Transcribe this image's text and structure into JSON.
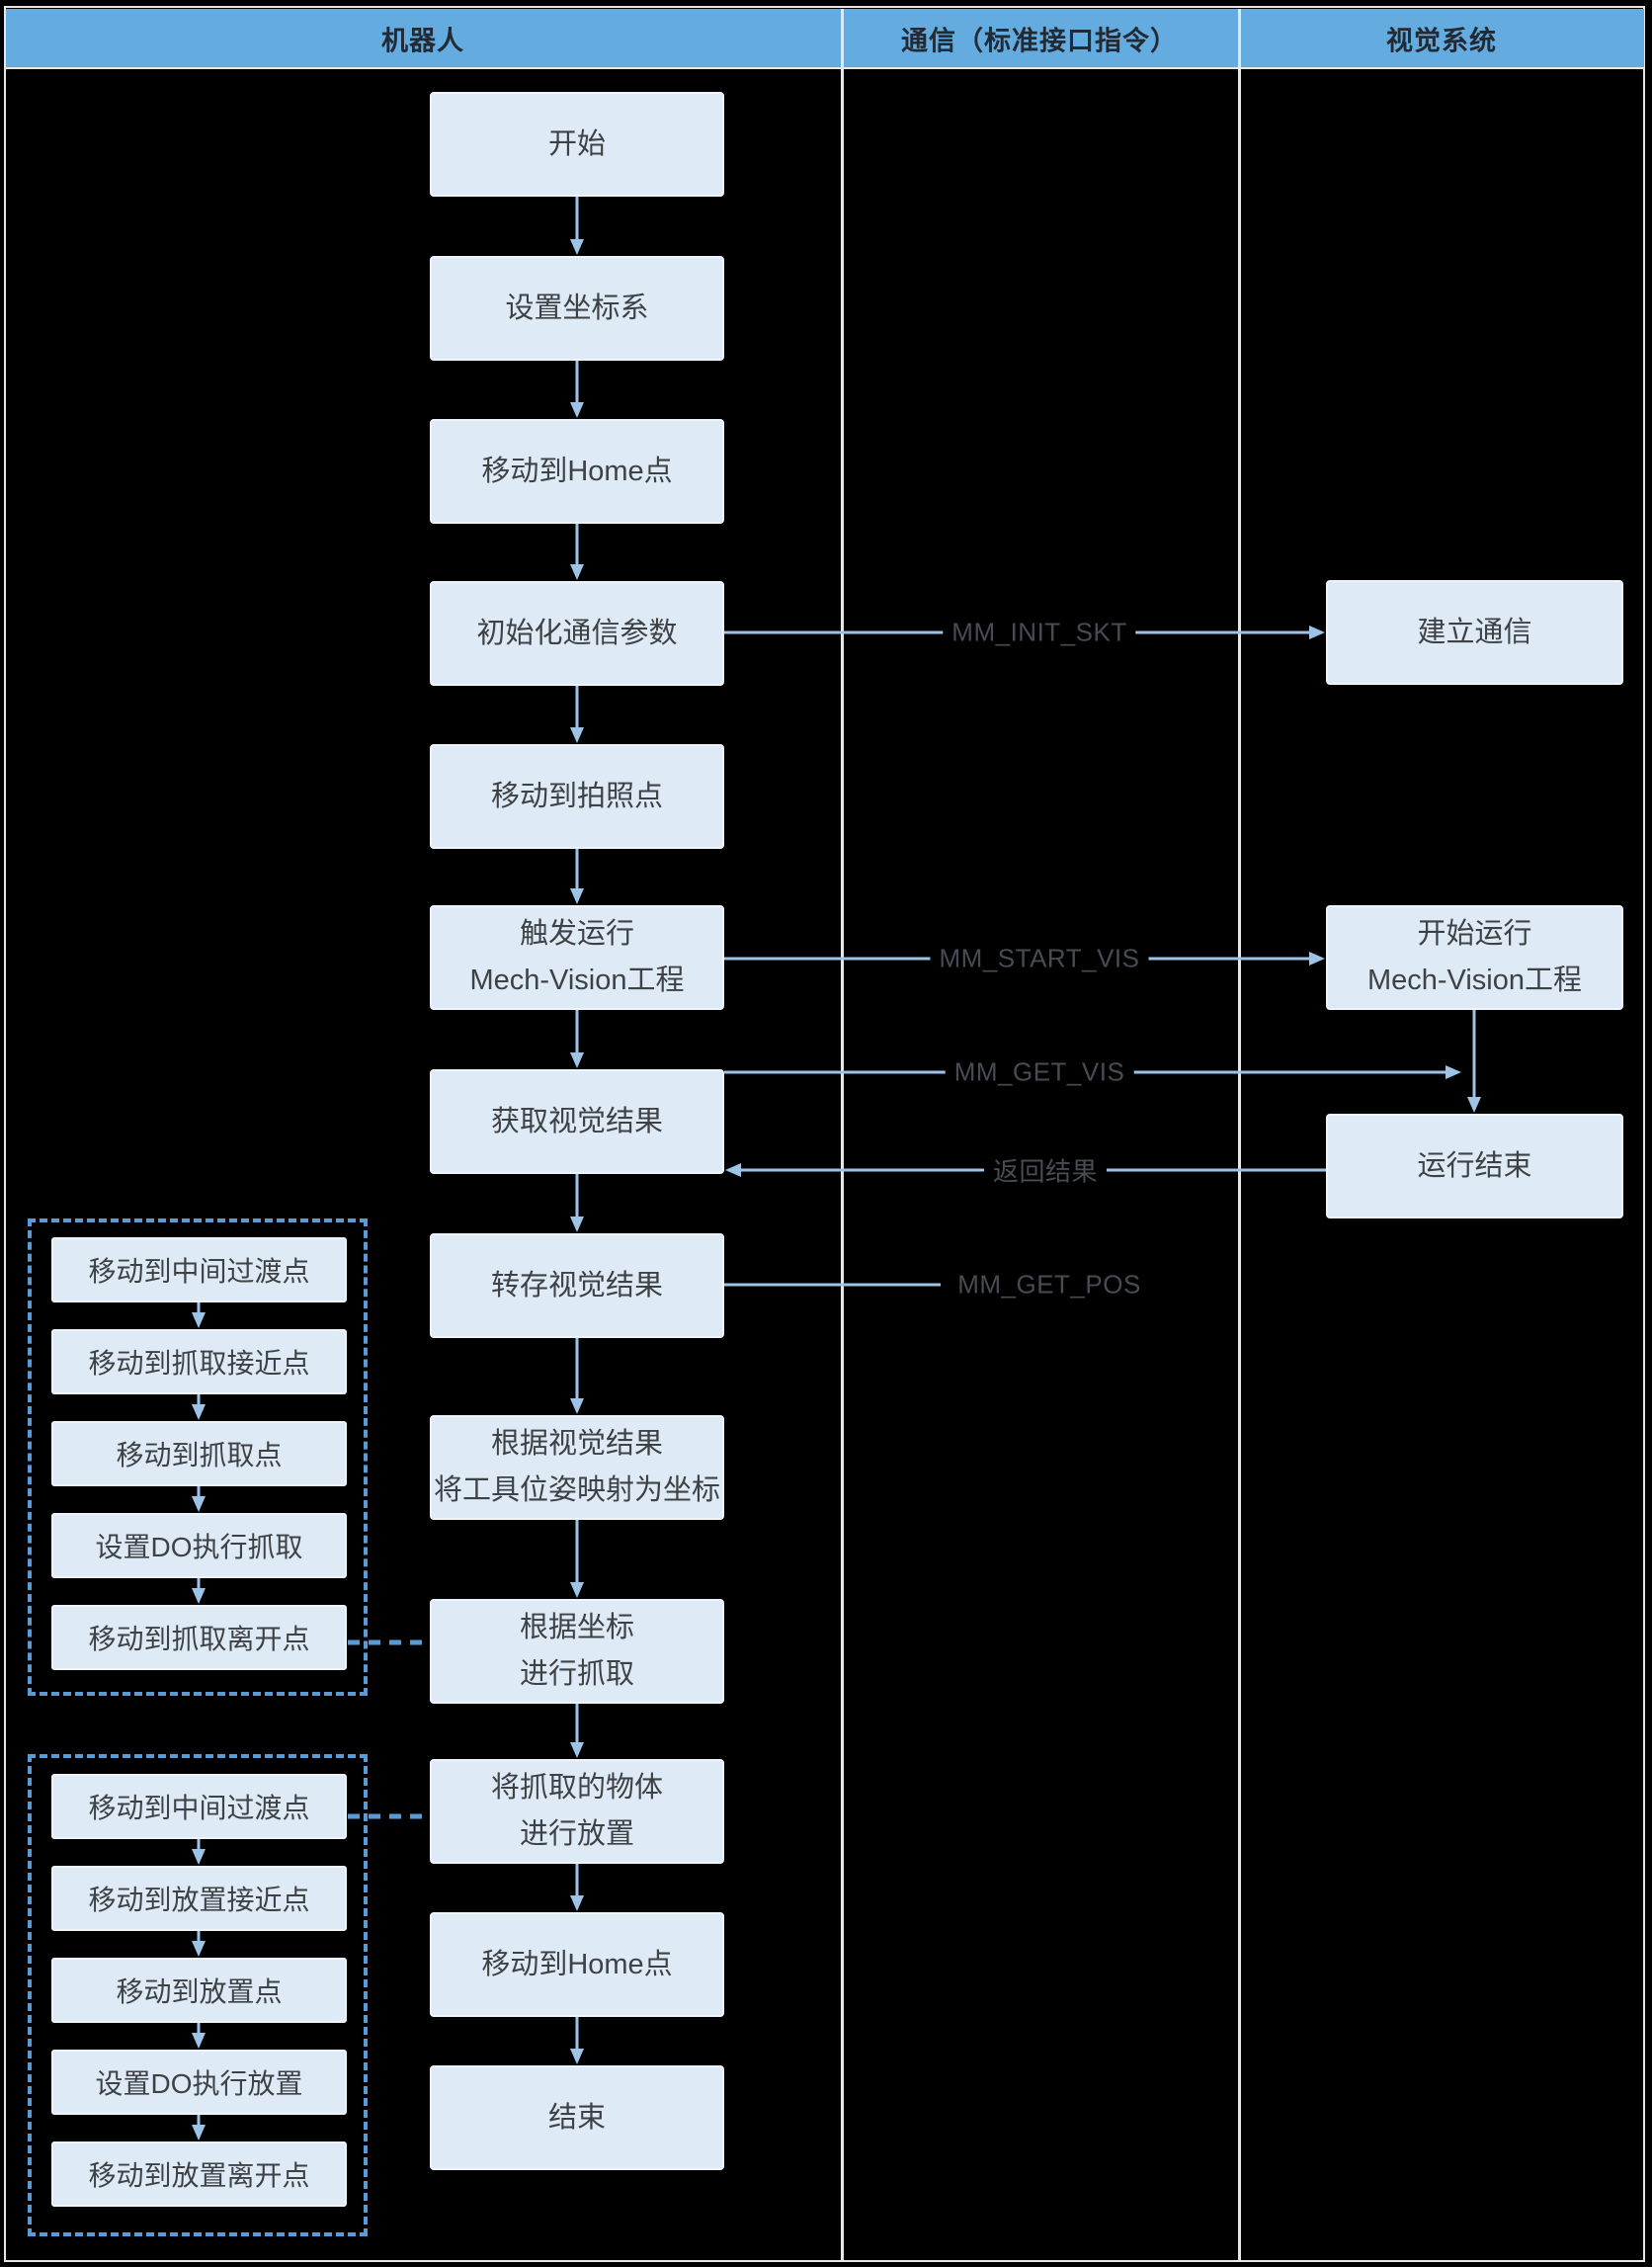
{
  "header": {
    "columns": [
      {
        "label": "机器人"
      },
      {
        "label": "通信（标准接口指令）"
      },
      {
        "label": "视觉系统"
      }
    ]
  },
  "main_flow": {
    "boxes": [
      {
        "label": "开始"
      },
      {
        "label": "设置坐标系"
      },
      {
        "label": "移动到Home点"
      },
      {
        "label": "初始化通信参数"
      },
      {
        "label": "移动到拍照点"
      },
      {
        "label": "触发运行\nMech-Vision工程"
      },
      {
        "label": "获取视觉结果"
      },
      {
        "label": "转存视觉结果"
      },
      {
        "label": "根据视觉结果\n将工具位姿映射为坐标"
      },
      {
        "label": "根据坐标\n进行抓取"
      },
      {
        "label": "将抓取的物体\n进行放置"
      },
      {
        "label": "移动到Home点"
      },
      {
        "label": "结束"
      }
    ]
  },
  "vision_flow": {
    "boxes": [
      {
        "label": "建立通信"
      },
      {
        "label": "开始运行\nMech-Vision工程"
      },
      {
        "label": "运行结束"
      }
    ]
  },
  "pick_group": {
    "boxes": [
      {
        "label": "移动到中间过渡点"
      },
      {
        "label": "移动到抓取接近点"
      },
      {
        "label": "移动到抓取点"
      },
      {
        "label": "设置DO执行抓取"
      },
      {
        "label": "移动到抓取离开点"
      }
    ]
  },
  "place_group": {
    "boxes": [
      {
        "label": "移动到中间过渡点"
      },
      {
        "label": "移动到放置接近点"
      },
      {
        "label": "移动到放置点"
      },
      {
        "label": "设置DO执行放置"
      },
      {
        "label": "移动到放置离开点"
      }
    ]
  },
  "comm_labels": {
    "init_skt": "MM_INIT_SKT",
    "start_vis": "MM_START_VIS",
    "get_vis": "MM_GET_VIS",
    "return_result": "返回结果",
    "get_pos": "MM_GET_POS"
  },
  "colors": {
    "background": "#000000",
    "header_fill": "#64ACDF",
    "header_text": "#222A35",
    "process_box_fill": "#DEEBF7",
    "box_text": "#3F4245",
    "arrow": "#9DC3E6",
    "dashed_group_border": "#5B9BD5",
    "divider": "#E7E7E7",
    "comm_label_text": "#474C54"
  }
}
